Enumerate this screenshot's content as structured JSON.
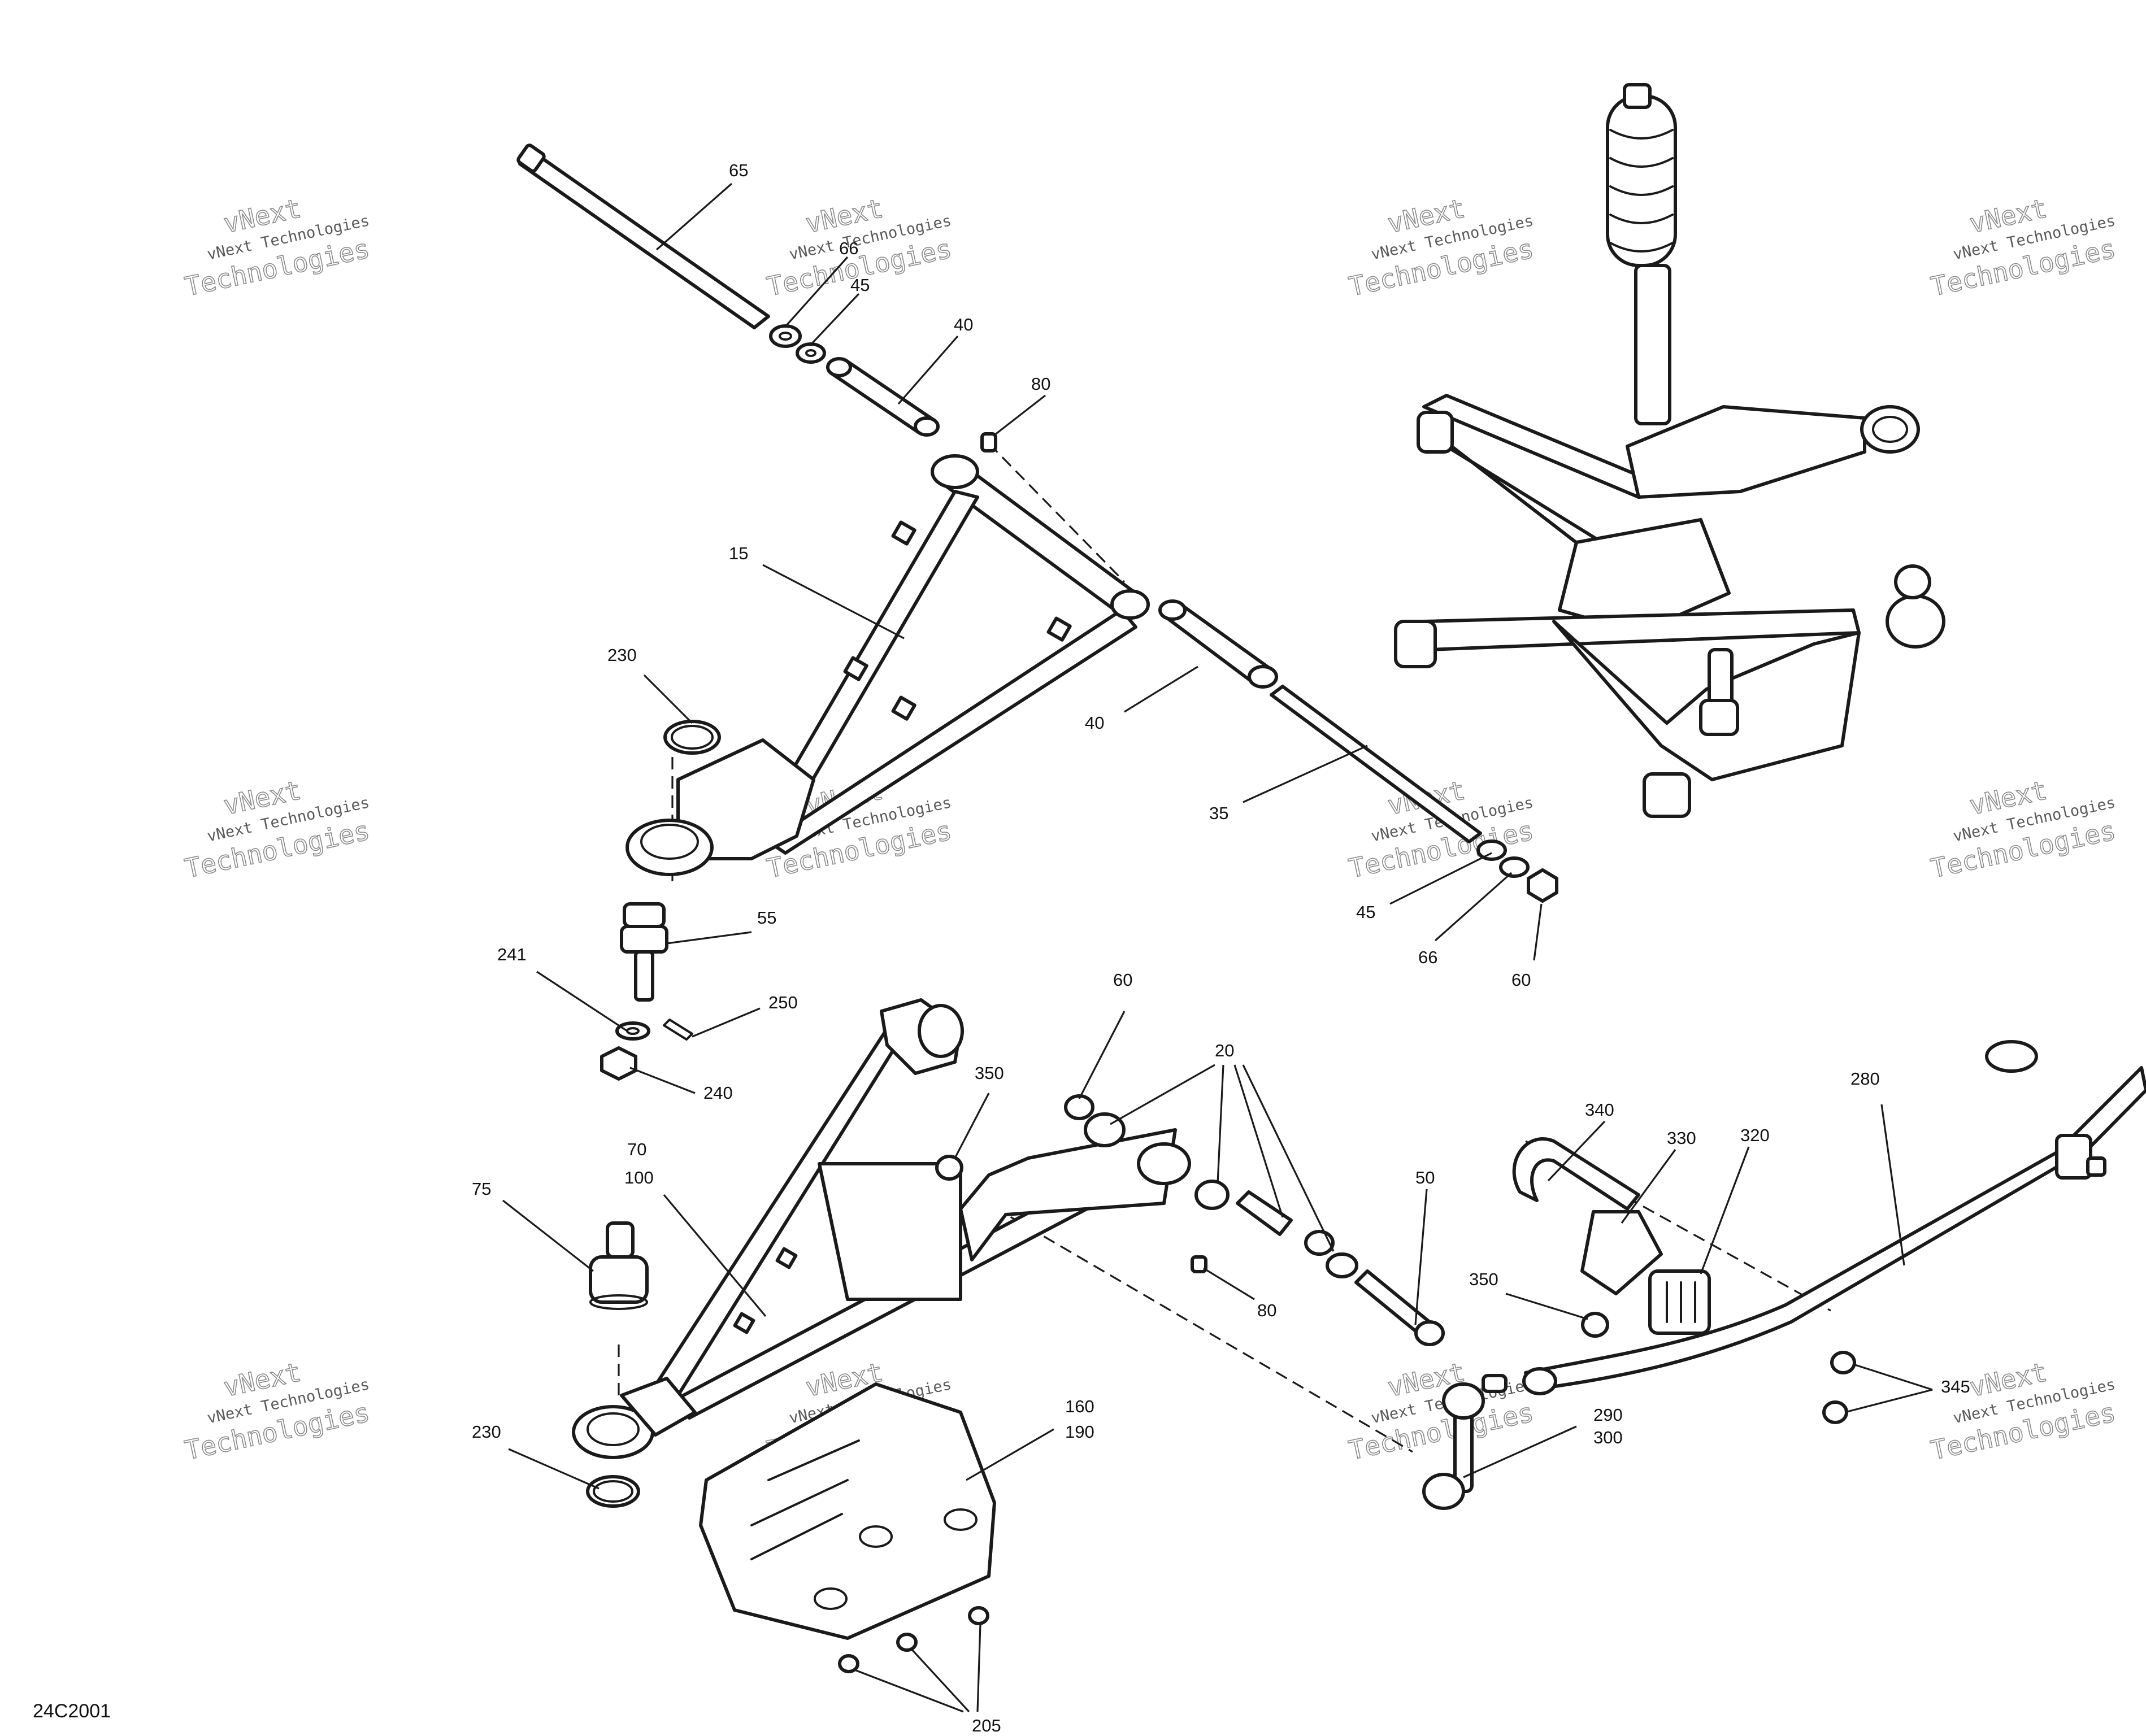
{
  "diagram_ref": "24C2001",
  "watermark": {
    "line1": "vNext Technologies",
    "line2": "vNext",
    "line3": "Technologies"
  },
  "callouts": [
    "65",
    "66",
    "45",
    "40",
    "80",
    "15",
    "230",
    "40",
    "35",
    "45",
    "66",
    "60",
    "55",
    "241",
    "250",
    "240",
    "60",
    "20",
    "350",
    "70",
    "100",
    "75",
    "80",
    "50",
    "340",
    "330",
    "320",
    "280",
    "350",
    "345",
    "160",
    "190",
    "290",
    "300",
    "230",
    "205"
  ],
  "colors": {
    "line": "#1a1a1a",
    "background": "#ffffff",
    "watermark": "#8a8a8a"
  }
}
